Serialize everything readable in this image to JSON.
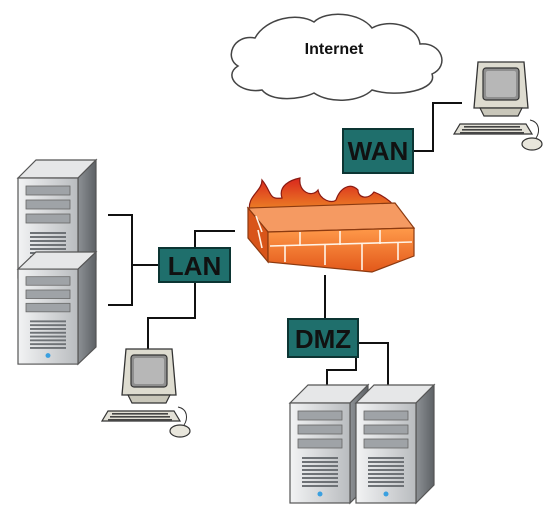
{
  "diagram": {
    "cloud_label": "Internet",
    "zones": {
      "wan": "WAN",
      "lan": "LAN",
      "dmz": "DMZ"
    }
  },
  "colors": {
    "zone_box_fill": "#1f6f6c",
    "zone_box_stroke": "#0c3533",
    "link_line": "#111111",
    "firewall_brick": "#f26a22",
    "firewall_flame": "#e5401f",
    "server_body": "#cfd1d3",
    "monitor_body": "#d8d6c8"
  },
  "icons": {
    "cloud": "internet-cloud-icon",
    "firewall": "firewall-icon",
    "server": "server-tower-icon",
    "workstation": "desktop-computer-icon"
  }
}
